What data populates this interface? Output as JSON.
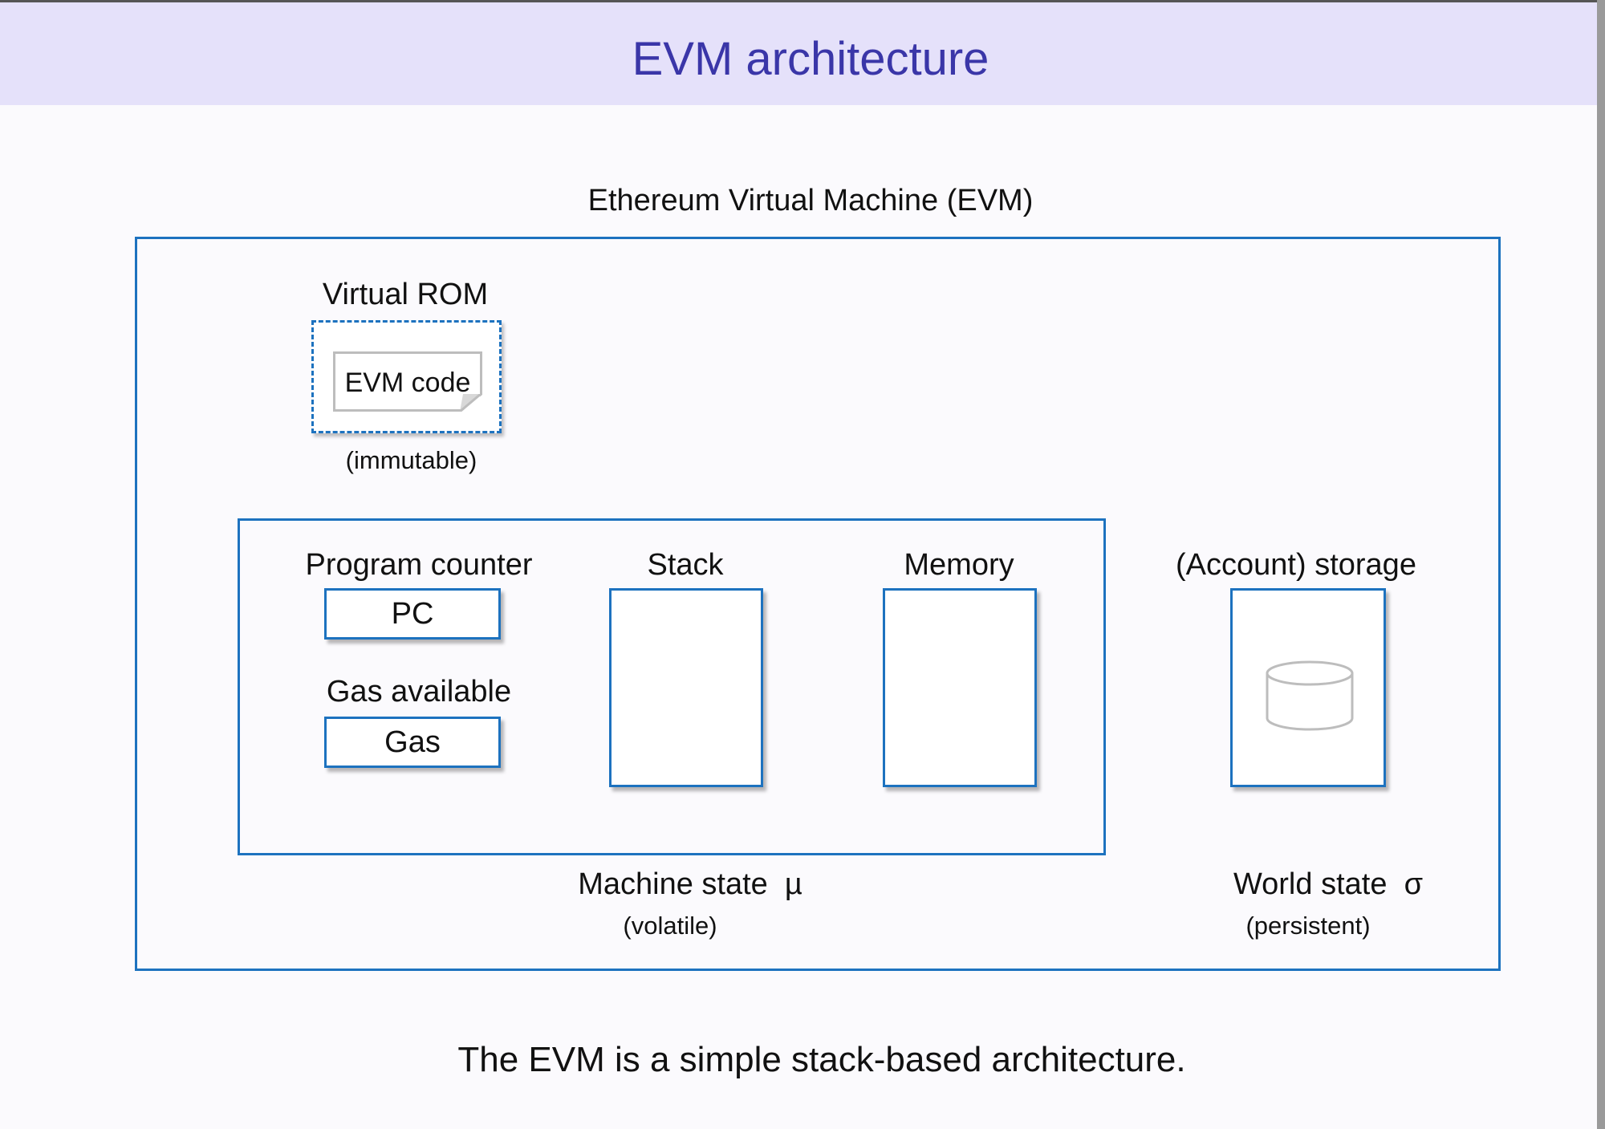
{
  "title": "EVM architecture",
  "evm_label": "Ethereum Virtual Machine (EVM)",
  "rom": {
    "label": "Virtual ROM",
    "code": "EVM code",
    "note": "(immutable)"
  },
  "machine_state": {
    "program_counter_label": "Program counter",
    "pc": "PC",
    "gas_label": "Gas available",
    "gas": "Gas",
    "stack_label": "Stack",
    "memory_label": "Memory",
    "name": "Machine state  µ",
    "note": "(volatile)"
  },
  "world_state": {
    "storage_label": "(Account) storage",
    "name": "World state  σ",
    "note": "(persistent)",
    "storage_icon": "database-icon"
  },
  "caption": "The EVM is a simple stack-based architecture.",
  "colors": {
    "title_bar": "#e5e1fa",
    "title_text": "#3a36a8",
    "box_border": "#1d72bf",
    "icon_gray": "#bdbdbd"
  }
}
